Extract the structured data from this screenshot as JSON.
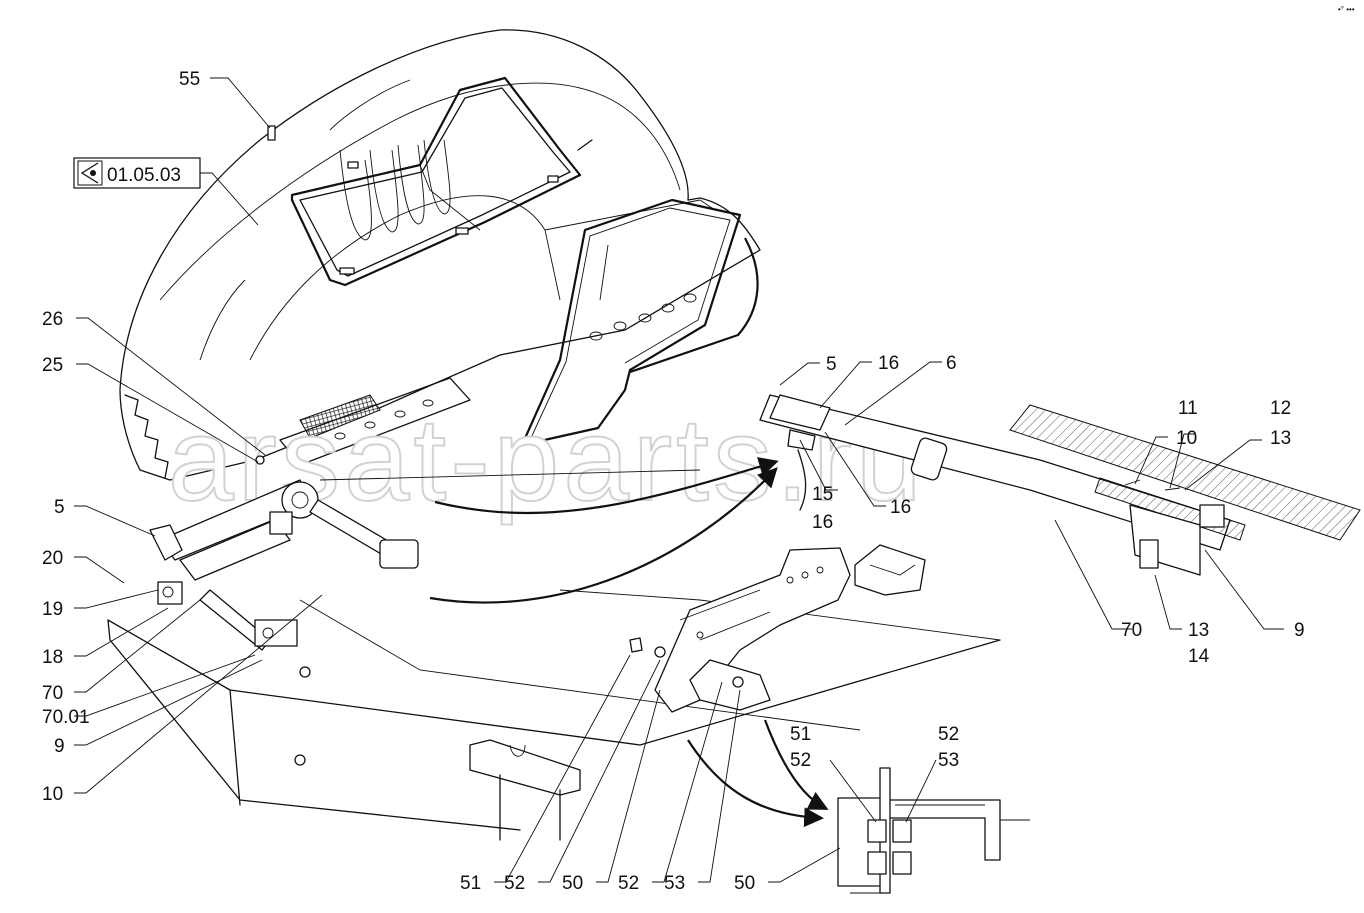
{
  "watermark": "arsat-parts.ru",
  "view_reference": "01.05.03",
  "corner_mark": "•° •••",
  "callouts": [
    {
      "id": "55",
      "text": "55"
    },
    {
      "id": "26",
      "text": "26"
    },
    {
      "id": "25",
      "text": "25"
    },
    {
      "id": "5a",
      "text": "5"
    },
    {
      "id": "20",
      "text": "20"
    },
    {
      "id": "19",
      "text": "19"
    },
    {
      "id": "18",
      "text": "18"
    },
    {
      "id": "70a",
      "text": "70"
    },
    {
      "id": "70_01",
      "text": "70.01"
    },
    {
      "id": "9a",
      "text": "9"
    },
    {
      "id": "10a",
      "text": "10"
    },
    {
      "id": "5b",
      "text": "5"
    },
    {
      "id": "16a",
      "text": "16"
    },
    {
      "id": "6",
      "text": "6"
    },
    {
      "id": "15",
      "text": "15"
    },
    {
      "id": "16b",
      "text": "16"
    },
    {
      "id": "16c",
      "text": "16"
    },
    {
      "id": "11",
      "text": "11"
    },
    {
      "id": "10b",
      "text": "10"
    },
    {
      "id": "12",
      "text": "12"
    },
    {
      "id": "13a",
      "text": "13"
    },
    {
      "id": "70b",
      "text": "70"
    },
    {
      "id": "13b",
      "text": "13"
    },
    {
      "id": "14",
      "text": "14"
    },
    {
      "id": "9b",
      "text": "9"
    },
    {
      "id": "51a",
      "text": "51"
    },
    {
      "id": "52a",
      "text": "52"
    },
    {
      "id": "52b",
      "text": "52"
    },
    {
      "id": "53a",
      "text": "53"
    },
    {
      "id": "51b",
      "text": "51"
    },
    {
      "id": "52c",
      "text": "52"
    },
    {
      "id": "50a",
      "text": "50"
    },
    {
      "id": "52d",
      "text": "52"
    },
    {
      "id": "53b",
      "text": "53"
    },
    {
      "id": "50b",
      "text": "50"
    }
  ]
}
